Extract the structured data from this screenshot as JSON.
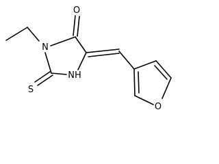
{
  "structure": {
    "atoms": {
      "oxygen_carbonyl": "O",
      "nitrogen_ethyl": "N",
      "sulfur_thione": "S",
      "nitrogen_h": "NH",
      "oxygen_furan": "O"
    },
    "colors": {
      "bond": "#000000",
      "label": "#000000",
      "background": "#ffffff"
    }
  }
}
